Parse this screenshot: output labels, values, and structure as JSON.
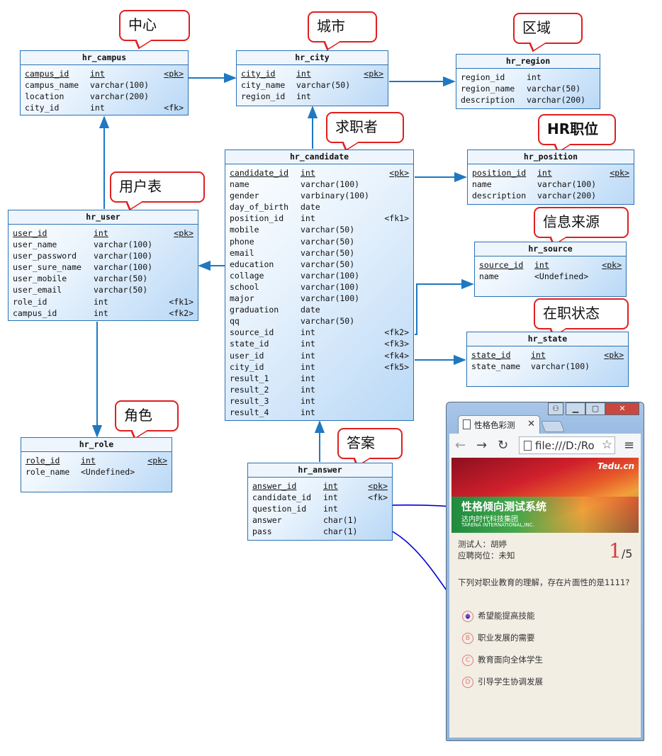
{
  "callouts": {
    "campus": "中心",
    "city": "城市",
    "region": "区域",
    "candidate": "求职者",
    "position": "HR职位",
    "user": "用户表",
    "source": "信息来源",
    "state": "在职状态",
    "role": "角色",
    "answer": "答案"
  },
  "tables": {
    "hr_campus": {
      "title": "hr_campus",
      "rows": [
        {
          "name": "campus_id",
          "type": "int",
          "key": "<pk>"
        },
        {
          "name": "campus_name",
          "type": "varchar(100)",
          "key": ""
        },
        {
          "name": "location",
          "type": "varchar(200)",
          "key": ""
        },
        {
          "name": "city_id",
          "type": "int",
          "key": "<fk>"
        }
      ]
    },
    "hr_city": {
      "title": "hr_city",
      "rows": [
        {
          "name": "city_id",
          "type": "int",
          "key": "<pk>"
        },
        {
          "name": "city_name",
          "type": "varchar(50)",
          "key": ""
        },
        {
          "name": "region_id",
          "type": "int",
          "key": ""
        }
      ]
    },
    "hr_region": {
      "title": "hr_region",
      "rows": [
        {
          "name": "region_id",
          "type": "int",
          "key": ""
        },
        {
          "name": "region_name",
          "type": "varchar(50)",
          "key": ""
        },
        {
          "name": "description",
          "type": "varchar(200)",
          "key": ""
        }
      ]
    },
    "hr_candidate": {
      "title": "hr_candidate",
      "rows": [
        {
          "name": "candidate_id",
          "type": "int",
          "key": "<pk>"
        },
        {
          "name": "name",
          "type": "varchar(100)",
          "key": ""
        },
        {
          "name": "gender",
          "type": "varbinary(100)",
          "key": ""
        },
        {
          "name": "day_of_birth",
          "type": "date",
          "key": ""
        },
        {
          "name": "position_id",
          "type": "int",
          "key": "<fk1>"
        },
        {
          "name": "mobile",
          "type": "varchar(50)",
          "key": ""
        },
        {
          "name": "phone",
          "type": "varchar(50)",
          "key": ""
        },
        {
          "name": "email",
          "type": "varchar(50)",
          "key": ""
        },
        {
          "name": "education",
          "type": "varchar(50)",
          "key": ""
        },
        {
          "name": "collage",
          "type": "varchar(100)",
          "key": ""
        },
        {
          "name": "school",
          "type": "varchar(100)",
          "key": ""
        },
        {
          "name": "major",
          "type": "varchar(100)",
          "key": ""
        },
        {
          "name": "graduation",
          "type": "date",
          "key": ""
        },
        {
          "name": "qq",
          "type": "varchar(50)",
          "key": ""
        },
        {
          "name": "source_id",
          "type": "int",
          "key": "<fk2>"
        },
        {
          "name": "state_id",
          "type": "int",
          "key": "<fk3>"
        },
        {
          "name": "user_id",
          "type": "int",
          "key": "<fk4>"
        },
        {
          "name": "city_id",
          "type": "int",
          "key": "<fk5>"
        },
        {
          "name": "result_1",
          "type": "int",
          "key": ""
        },
        {
          "name": "result_2",
          "type": "int",
          "key": ""
        },
        {
          "name": "result_3",
          "type": "int",
          "key": ""
        },
        {
          "name": "result_4",
          "type": "int",
          "key": ""
        }
      ]
    },
    "hr_position": {
      "title": "hr_position",
      "rows": [
        {
          "name": "position_id",
          "type": "int",
          "key": "<pk>"
        },
        {
          "name": "name",
          "type": "varchar(100)",
          "key": ""
        },
        {
          "name": "description",
          "type": "varchar(200)",
          "key": ""
        }
      ]
    },
    "hr_user": {
      "title": "hr_user",
      "rows": [
        {
          "name": "user_id",
          "type": "int",
          "key": "<pk>"
        },
        {
          "name": "user_name",
          "type": "varchar(100)",
          "key": ""
        },
        {
          "name": "user_password",
          "type": "varchar(100)",
          "key": ""
        },
        {
          "name": "user_sure_name",
          "type": "varchar(100)",
          "key": ""
        },
        {
          "name": "user_mobile",
          "type": "varchar(50)",
          "key": ""
        },
        {
          "name": "user_email",
          "type": "varchar(50)",
          "key": ""
        },
        {
          "name": "role_id",
          "type": "int",
          "key": "<fk1>"
        },
        {
          "name": "campus_id",
          "type": "int",
          "key": "<fk2>"
        }
      ]
    },
    "hr_source": {
      "title": "hr_source",
      "rows": [
        {
          "name": "source_id",
          "type": "int",
          "key": "<pk>"
        },
        {
          "name": "name",
          "type": "<Undefined>",
          "key": ""
        }
      ]
    },
    "hr_state": {
      "title": "hr_state",
      "rows": [
        {
          "name": "state_id",
          "type": "int",
          "key": "<pk>"
        },
        {
          "name": "state_name",
          "type": "varchar(100)",
          "key": ""
        }
      ]
    },
    "hr_role": {
      "title": "hr_role",
      "rows": [
        {
          "name": "role_id",
          "type": "int",
          "key": "<pk>"
        },
        {
          "name": "role_name",
          "type": "<Undefined>",
          "key": ""
        }
      ]
    },
    "hr_answer": {
      "title": "hr_answer",
      "rows": [
        {
          "name": "answer_id",
          "type": "int",
          "key": "<pk>"
        },
        {
          "name": "candidate_id",
          "type": "int",
          "key": "<fk>"
        },
        {
          "name": "question_id",
          "type": "int",
          "key": ""
        },
        {
          "name": "answer",
          "type": "char(1)",
          "key": ""
        },
        {
          "name": "pass",
          "type": "char(1)",
          "key": ""
        }
      ]
    }
  },
  "browser": {
    "tab_title": "性格色彩测",
    "address": "file:///D:/Ro",
    "banner_logo": "Tedu.cn",
    "banner_title": "性格倾向测试系统",
    "banner_subtitle": "达内时代科技集团",
    "banner_subtitle_en": "TARENA INTERNATIONAL,INC.",
    "tester": "测试人：胡婷",
    "position": "应聘岗位：未知",
    "counter_current": "1",
    "counter_total": "/5",
    "question": "下列对职业教育的理解，存在片面性的是1111?",
    "options": [
      {
        "letter": "A",
        "text": "希望能提高技能"
      },
      {
        "letter": "B",
        "text": "职业发展的需要"
      },
      {
        "letter": "C",
        "text": "教育面向全体学生"
      },
      {
        "letter": "D",
        "text": "引导学生协调发展"
      }
    ]
  },
  "colors": {
    "table_border": "#2b72b5",
    "connector": "#1f78c1",
    "callout_border": "#e01f1f",
    "annotation_arrow": "#0000dd",
    "option_circle": "#e47777"
  }
}
